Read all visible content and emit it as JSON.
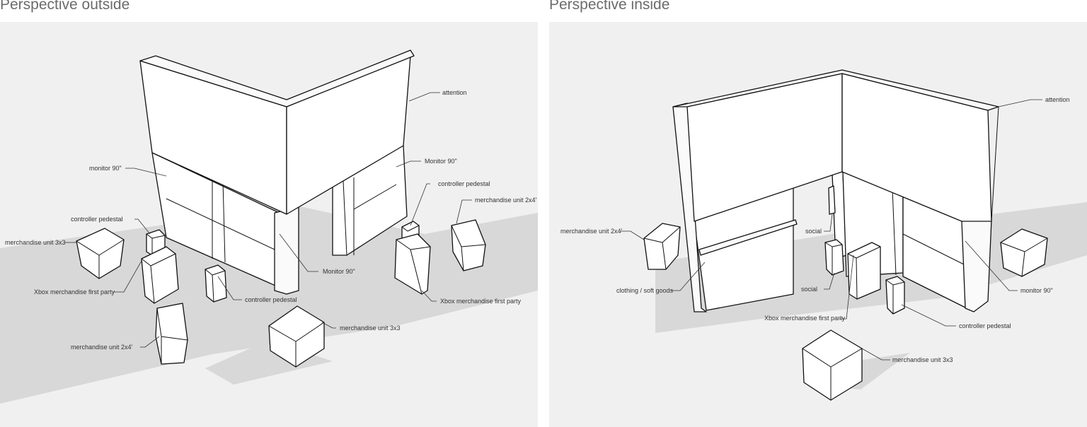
{
  "panels": [
    {
      "title": "Perspective outside",
      "labels": {
        "attention": "attention",
        "monitor_left": "monitor 90\"",
        "monitor_right": "Monitor 90\"",
        "monitor_front": "Monitor 90\"",
        "controller_pedestal_a": "controller pedestal",
        "controller_pedestal_b": "controller pedestal",
        "controller_pedestal_c": "controller pedestal",
        "merch_3x3_a": "merchandise unit 3x3",
        "merch_3x3_b": "merchandise unit 3x3",
        "merch_2x4_a": "merchandise unit 2x4'",
        "merch_2x4_b": "merchandise unit 2x4'",
        "xbox_a": "Xbox merchandise first party",
        "xbox_b": "Xbox merchandise first party"
      }
    },
    {
      "title": "Perspective inside",
      "labels": {
        "attention": "attention",
        "merch_2x4": "merchandise unit 2x4'",
        "social_a": "social",
        "social_b": "social",
        "clothing": "clothing / soft goods",
        "xbox": "Xbox merchandise first party",
        "controller_pedestal": "controller pedestal",
        "monitor": "monitor 90\"",
        "merch_3x3": "merchandise unit 3x3"
      }
    }
  ]
}
